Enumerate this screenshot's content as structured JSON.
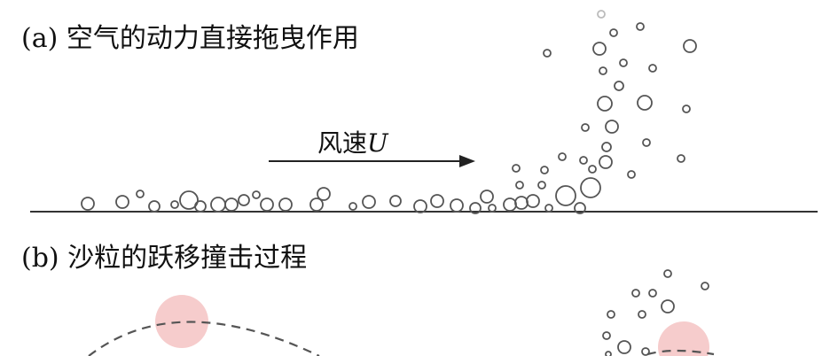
{
  "panel_a": {
    "label": "(a) 空气的动力直接拖曳作用",
    "wind_label": "风速",
    "wind_symbol": "U"
  },
  "panel_b": {
    "label": "(b) 沙粒的跃移撞击过程"
  },
  "colors": {
    "line": "#333333",
    "particle": "#555555",
    "impact_particle": "#f6cccc"
  }
}
